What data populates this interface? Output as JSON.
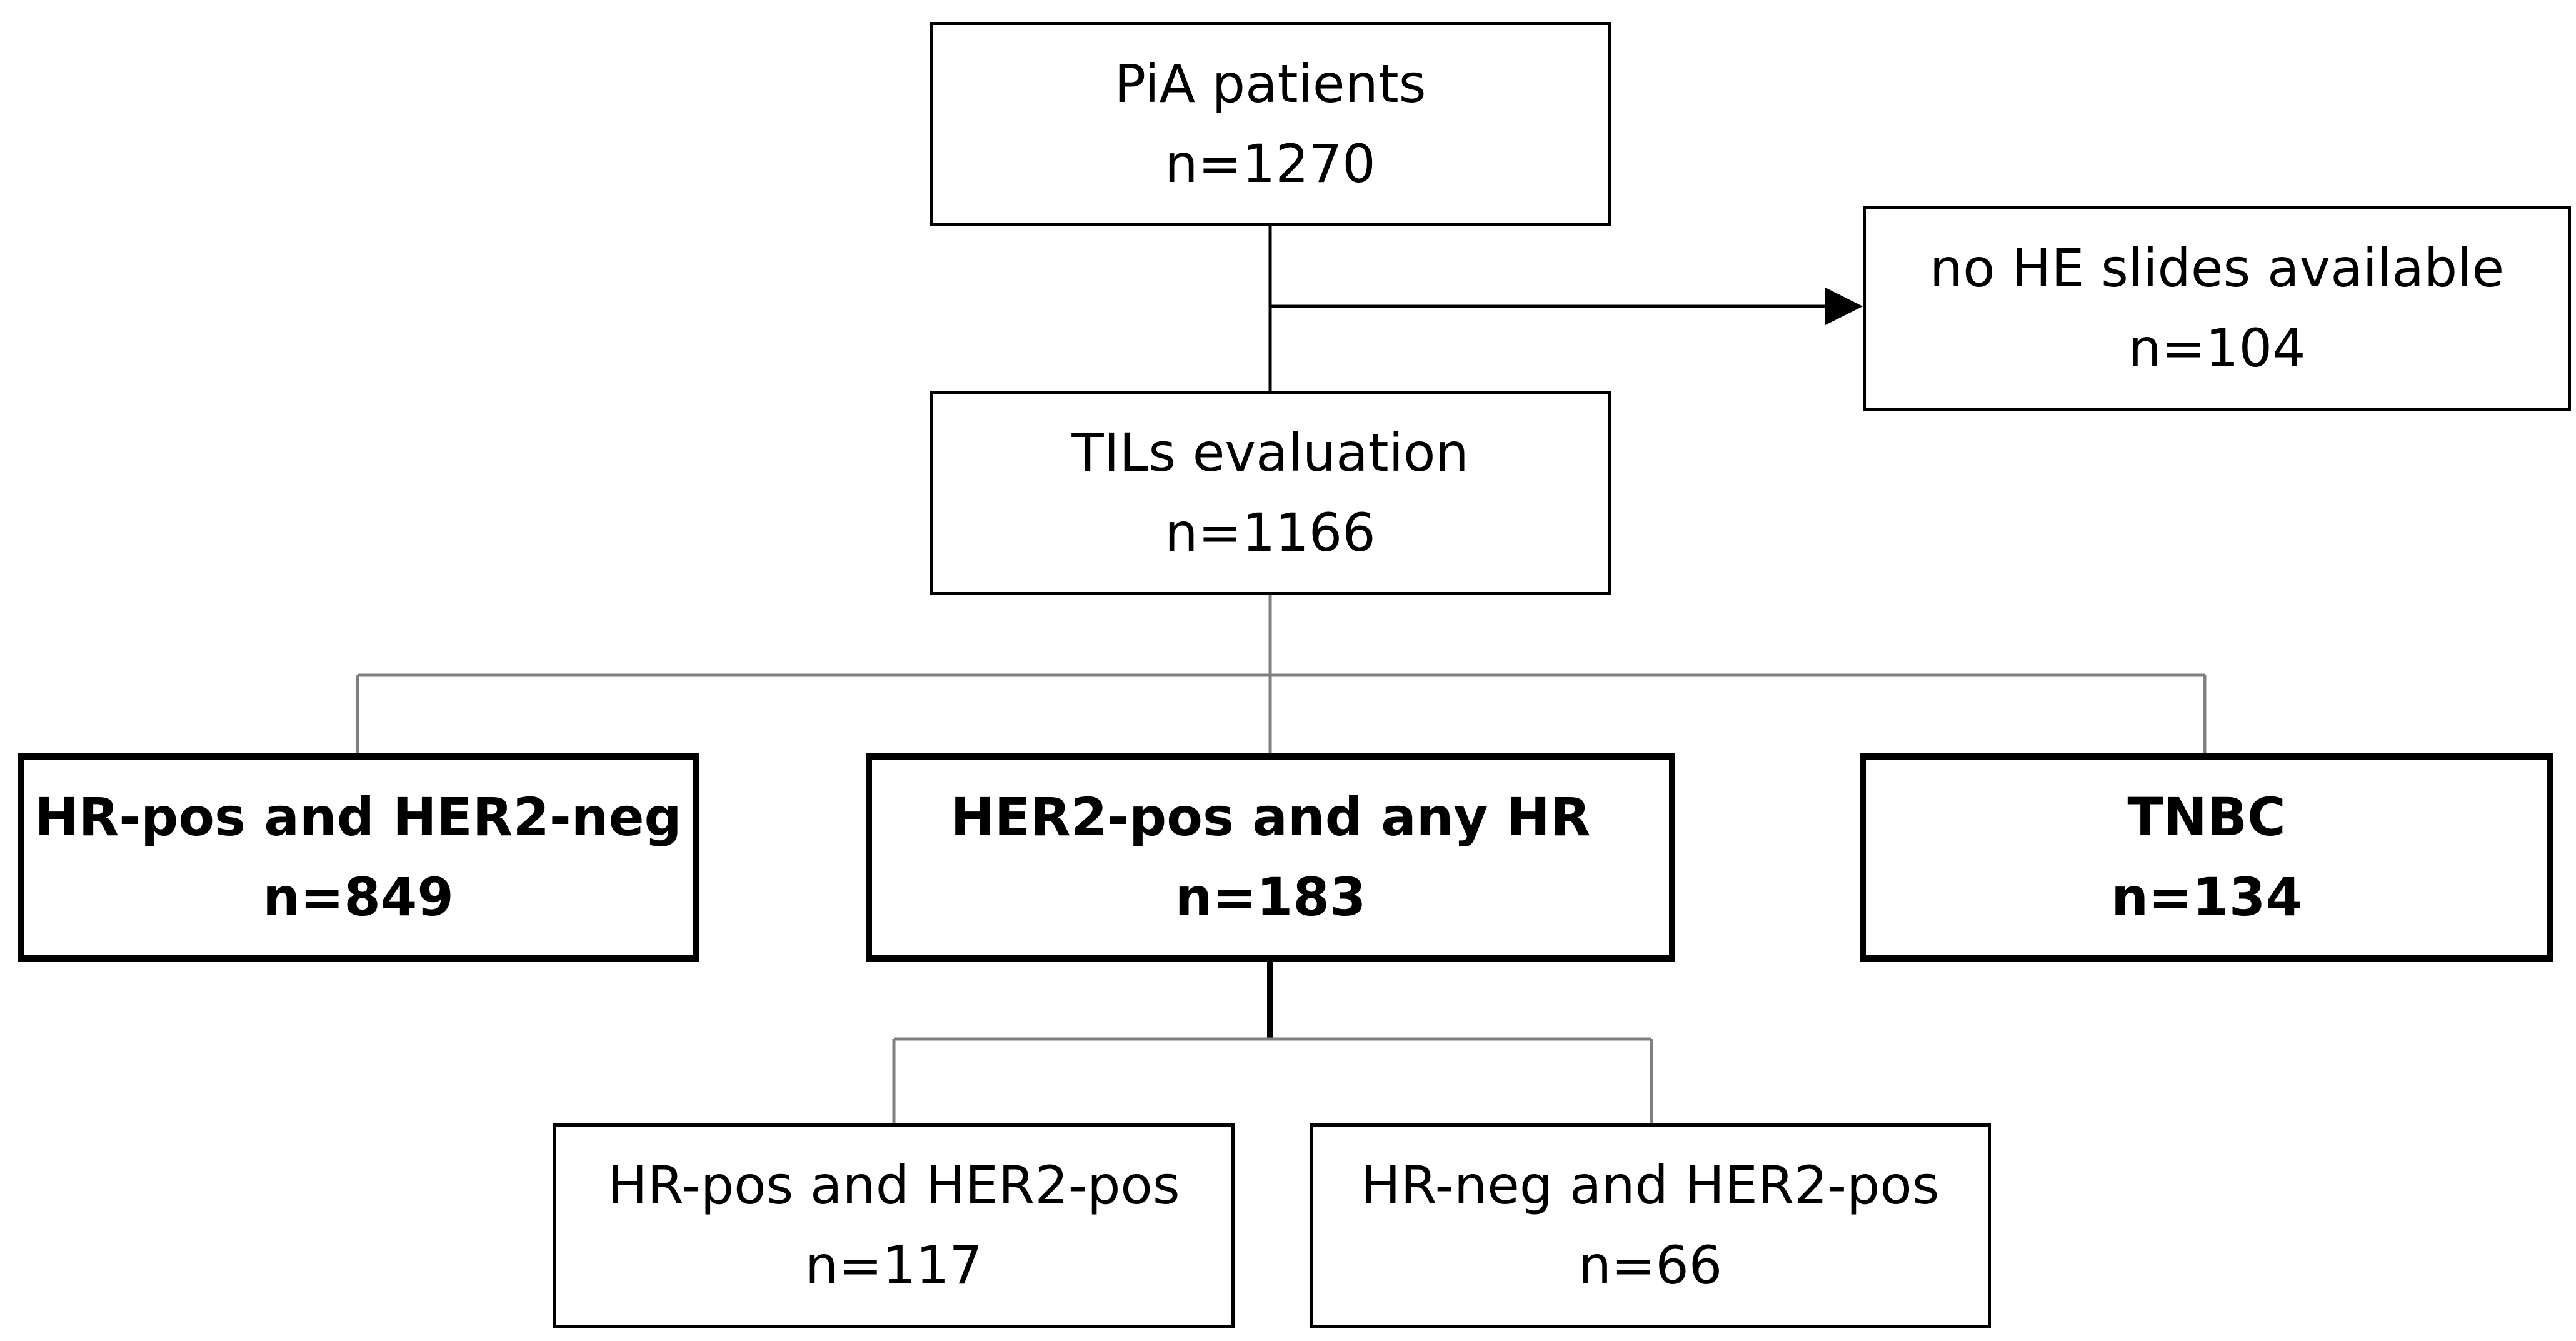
{
  "diagram": {
    "nodes": {
      "pia": {
        "title": "PiA patients",
        "n": "n=1270"
      },
      "nohe": {
        "title": "no HE slides available",
        "n": "n=104"
      },
      "tils": {
        "title": "TILs evaluation",
        "n": "n=1166"
      },
      "hrpos_her2neg": {
        "title": "HR-pos and HER2-neg",
        "n": "n=849"
      },
      "her2pos_anyhr": {
        "title": "HER2-pos and any HR",
        "n": "n=183"
      },
      "tnbc": {
        "title": "TNBC",
        "n": "n=134"
      },
      "hrpos_her2pos": {
        "title": "HR-pos and HER2-pos",
        "n": "n=117"
      },
      "hrneg_her2pos": {
        "title": "HR-neg and HER2-pos",
        "n": "n=66"
      }
    },
    "edges": [
      {
        "from": "pia",
        "to": "tils"
      },
      {
        "from": "pia",
        "to": "nohe",
        "type": "arrow"
      },
      {
        "from": "tils",
        "to": "hrpos_her2neg"
      },
      {
        "from": "tils",
        "to": "her2pos_anyhr"
      },
      {
        "from": "tils",
        "to": "tnbc"
      },
      {
        "from": "her2pos_anyhr",
        "to": "hrpos_her2pos"
      },
      {
        "from": "her2pos_anyhr",
        "to": "hrneg_her2pos"
      }
    ],
    "colors": {
      "line": "#000000",
      "connector": "#7f7f7f",
      "background": "#ffffff"
    }
  }
}
